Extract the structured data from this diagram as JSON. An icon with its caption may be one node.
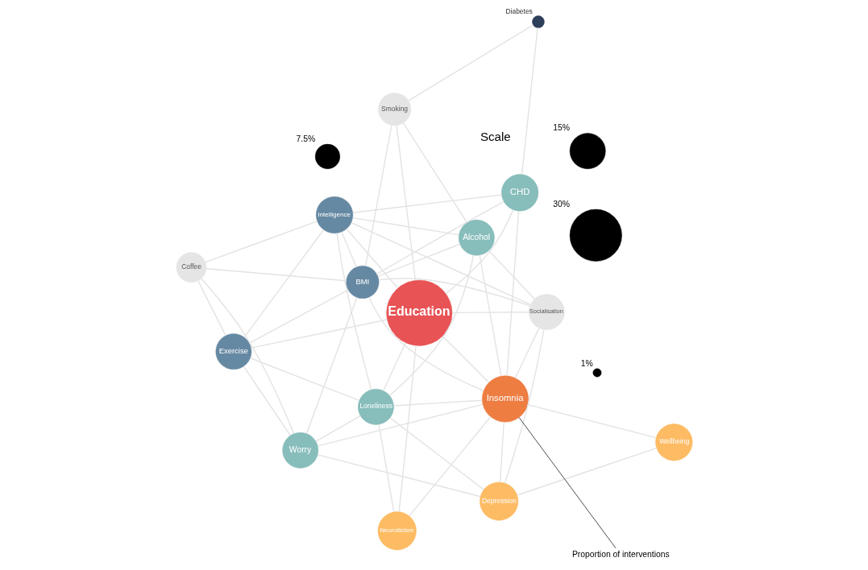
{
  "diagram": {
    "nodes": [
      {
        "text": [
          "Loneliness"
        ]
      },
      {
        "text": [
          "Alcohol"
        ]
      },
      {
        "text": [
          "Worry"
        ]
      },
      {
        "text": [
          "Socialisation"
        ]
      },
      {
        "text": [
          "Depression"
        ]
      },
      {
        "text": [
          "Neuroticism"
        ]
      },
      {
        "text": [
          "Intelligence"
        ]
      },
      {
        "text": [
          "Wellbeing"
        ]
      },
      {
        "text": [
          "Education"
        ]
      },
      {
        "text": [
          "Insomnia"
        ]
      },
      {
        "text": [
          "Exercise"
        ]
      },
      {
        "text": [
          "BMI"
        ]
      },
      {
        "text": [
          "Smoking"
        ]
      },
      {
        "text": [
          "Coffee"
        ]
      },
      {
        "text": [
          "Diabetes"
        ]
      },
      {
        "text": [
          "CHD"
        ]
      },
      {
        "text": [
          "Proportion of interventions"
        ]
      },
      {
        "text": [],
        "shape": "circle",
        "beside": [
          "1%"
        ]
      },
      {
        "text": [],
        "shape": "circle",
        "beside": [
          "7.5%"
        ]
      },
      {
        "text": [],
        "shape": "circle",
        "beside": [
          "15%"
        ]
      },
      {
        "text": [],
        "shape": "circle",
        "beside": [
          "30%"
        ]
      }
    ],
    "edges": [
      {
        "from": 1,
        "to": 0,
        "arrow": "none"
      },
      {
        "from": 1,
        "to": 3,
        "arrow": "none"
      },
      {
        "from": 1,
        "to": 6,
        "arrow": "none"
      },
      {
        "from": 1,
        "to": 11,
        "arrow": "none"
      },
      {
        "from": 1,
        "to": 12,
        "arrow": "none"
      },
      {
        "from": 1,
        "to": 9,
        "arrow": "none"
      },
      {
        "from": 0,
        "to": 6,
        "arrow": "none"
      },
      {
        "from": 0,
        "to": 10,
        "arrow": "none"
      },
      {
        "from": 0,
        "to": 8,
        "arrow": "none"
      },
      {
        "from": 0,
        "to": 2,
        "arrow": "none"
      },
      {
        "from": 0,
        "to": 5,
        "arrow": "none"
      },
      {
        "from": 0,
        "to": 9,
        "arrow": "none"
      },
      {
        "from": 0,
        "to": 4,
        "arrow": "none"
      },
      {
        "from": 3,
        "to": 4,
        "arrow": "none"
      },
      {
        "from": 3,
        "to": 9,
        "arrow": "none"
      },
      {
        "from": 3,
        "to": 8,
        "arrow": "none"
      },
      {
        "from": 3,
        "to": 11,
        "arrow": "none"
      },
      {
        "from": 3,
        "to": 6,
        "arrow": "none"
      },
      {
        "from": 6,
        "to": 8,
        "arrow": "none"
      },
      {
        "from": 6,
        "to": 10,
        "arrow": "none"
      },
      {
        "from": 6,
        "to": 13,
        "arrow": "none"
      },
      {
        "from": 6,
        "to": 11,
        "arrow": "none"
      },
      {
        "from": 6,
        "to": 15,
        "arrow": "none"
      },
      {
        "from": 10,
        "to": 13,
        "arrow": "none"
      },
      {
        "from": 10,
        "to": 11,
        "arrow": "none"
      },
      {
        "from": 10,
        "to": 8,
        "arrow": "none"
      },
      {
        "from": 2,
        "to": 10,
        "arrow": "none"
      },
      {
        "from": 2,
        "to": 13,
        "arrow": "none"
      },
      {
        "from": 2,
        "to": 11,
        "arrow": "none"
      },
      {
        "from": 2,
        "to": 4,
        "arrow": "none"
      },
      {
        "from": 2,
        "to": 9,
        "arrow": "none"
      },
      {
        "from": 5,
        "to": 8,
        "arrow": "none"
      },
      {
        "from": 5,
        "to": 9,
        "arrow": "none"
      },
      {
        "from": 4,
        "to": 9,
        "arrow": "none"
      },
      {
        "from": 4,
        "to": 7,
        "arrow": "none"
      },
      {
        "from": 7,
        "to": 9,
        "arrow": "none"
      },
      {
        "from": 8,
        "to": 9,
        "arrow": "none"
      },
      {
        "from": 8,
        "to": 12,
        "arrow": "none"
      },
      {
        "from": 8,
        "to": 15,
        "arrow": "none"
      },
      {
        "from": 11,
        "to": 12,
        "arrow": "none"
      },
      {
        "from": 11,
        "to": 15,
        "arrow": "none"
      },
      {
        "from": 11,
        "to": 9,
        "arrow": "none"
      },
      {
        "from": 11,
        "to": 13,
        "arrow": "none"
      },
      {
        "from": 9,
        "to": 15,
        "arrow": "none"
      },
      {
        "from": 12,
        "to": 14,
        "arrow": "none"
      },
      {
        "from": 15,
        "to": 14,
        "arrow": "none"
      },
      {
        "from": 16,
        "to": 9,
        "arrow": "none",
        "color": "#000000"
      }
    ],
    "labels": [
      "Scale"
    ]
  }
}
